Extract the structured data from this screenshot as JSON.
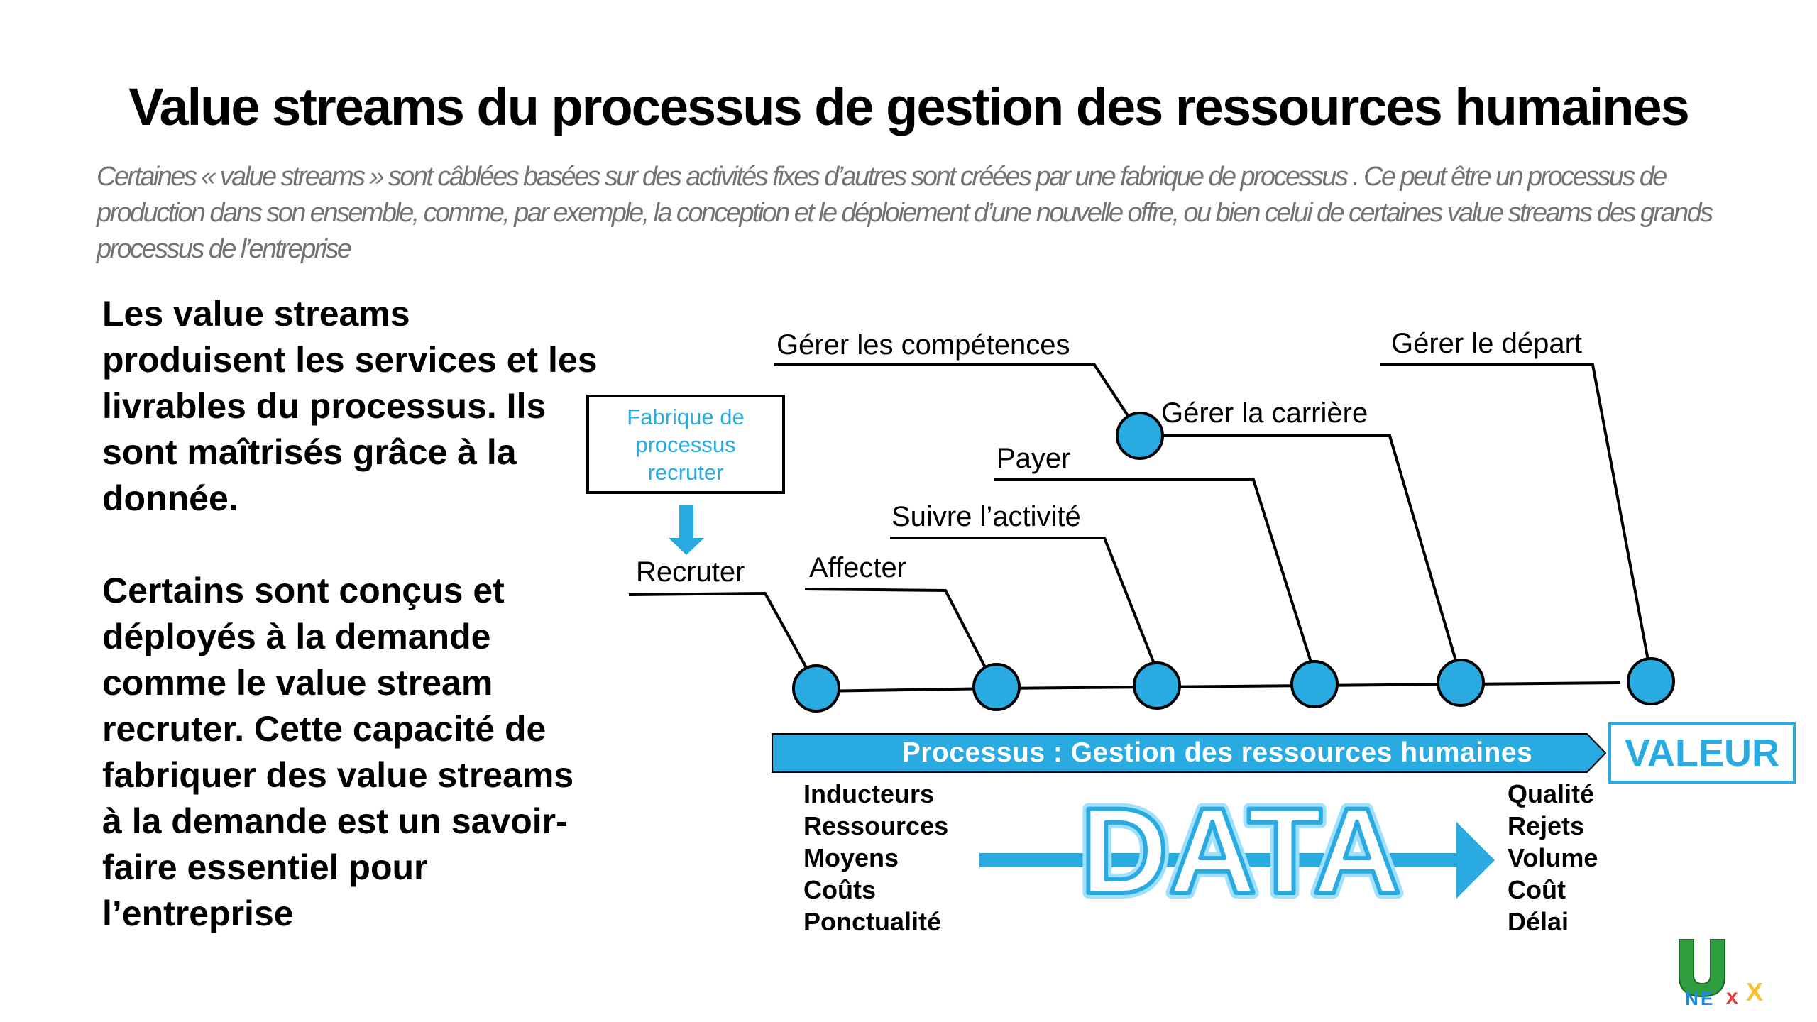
{
  "title": "Value streams du processus de gestion des ressources humaines",
  "subtitle": "Certaines « value streams » sont câblées basées sur des activités fixes d’autres sont créées par une fabrique de processus . Ce peut être un processus de production dans son ensemble, comme, par exemple, la conception et le déploiement d’une nouvelle offre, ou bien celui de certaines value streams des grands processus de l’entreprise",
  "left_text": {
    "paragraph1": "Les value streams produisent les services et les livrables du processus. Ils sont maîtrisés grâce à la donnée.",
    "paragraph2": "Certains sont conçus et déployés à la demande comme le value stream recruter. Cette capacité de fabriquer des value streams à la demande est un savoir-faire essentiel pour l’entreprise"
  },
  "diagram": {
    "factory_box": "Fabrique de processus recruter",
    "value_streams": {
      "recruter": "Recruter",
      "affecter": "Affecter",
      "suivre": "Suivre l’activité",
      "payer": "Payer",
      "competences": "Gérer les compétences",
      "carriere": "Gérer la carrière",
      "depart": "Gérer le départ"
    },
    "process_label": "Processus : Gestion des ressources humaines",
    "valeur": "VALEUR",
    "data_word": "DATA",
    "inputs": [
      "Inducteurs",
      "Ressources",
      "Moyens",
      "Coûts",
      "Ponctualité"
    ],
    "outputs": [
      "Qualité",
      "Rejets",
      "Volume",
      "Coût",
      "Délai"
    ]
  },
  "logo": {
    "letters": [
      "U",
      "N",
      "E",
      "X",
      "X"
    ],
    "colors": [
      "#2e9e3e",
      "#1e88e5",
      "#e53935",
      "#c0ca33",
      "#fbc02d"
    ]
  },
  "colors": {
    "accent_blue": "#29abe2",
    "text": "#000000",
    "subtitle_gray": "#737373"
  }
}
